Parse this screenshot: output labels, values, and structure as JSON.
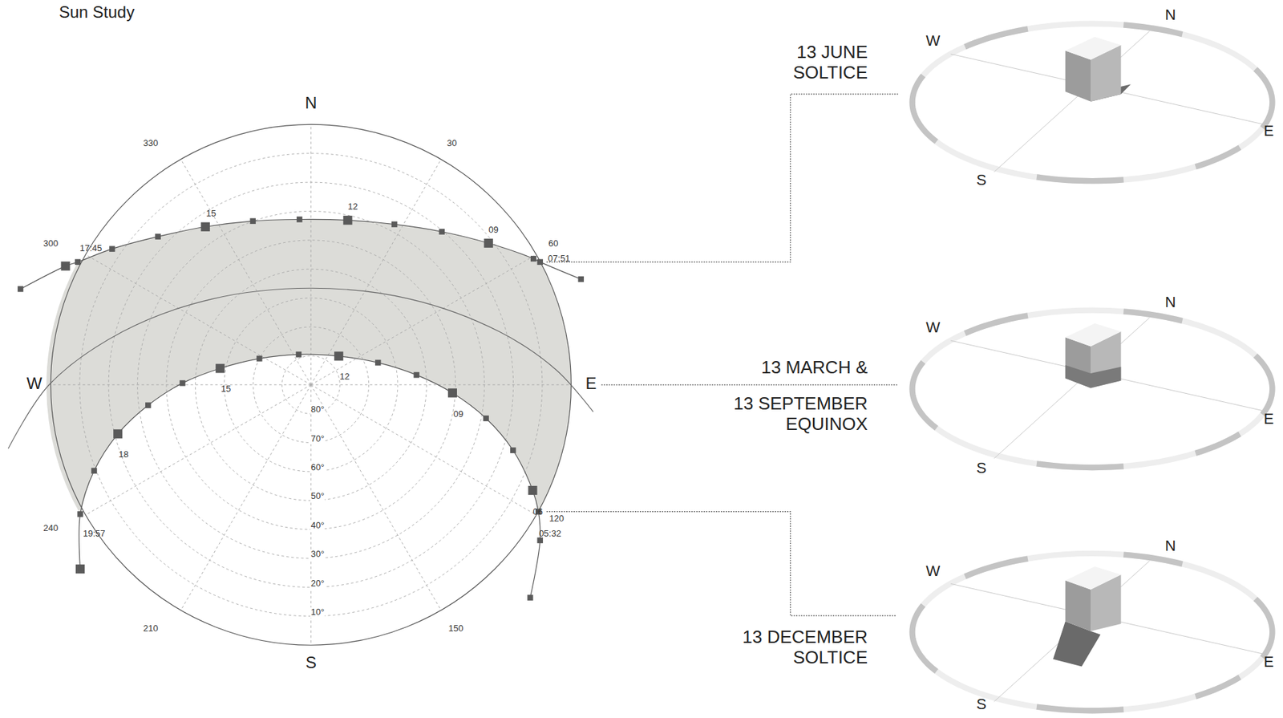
{
  "diagram": {
    "title": "Sun Study",
    "labels": [
      "330",
      "30",
      "N",
      "15",
      "12",
      "09",
      "300",
      "17:45",
      "60",
      "07:51",
      "W",
      "E",
      "12",
      "15",
      "09",
      "80°",
      "70°",
      "60°",
      "50°",
      "40°",
      "30°",
      "20°",
      "10°",
      "18",
      "06",
      "240",
      "120",
      "19:57",
      "05:32",
      "210",
      "150",
      "S",
      "13 JUNE SOLTICE",
      "W",
      "N",
      "E",
      "S",
      "13 MARCH &",
      "13 SEPTEMBER EQUINOX",
      "W",
      "N",
      "E",
      "S",
      "13 DECEMBER SOLTICE",
      "W",
      "N",
      "E",
      "S"
    ]
  }
}
